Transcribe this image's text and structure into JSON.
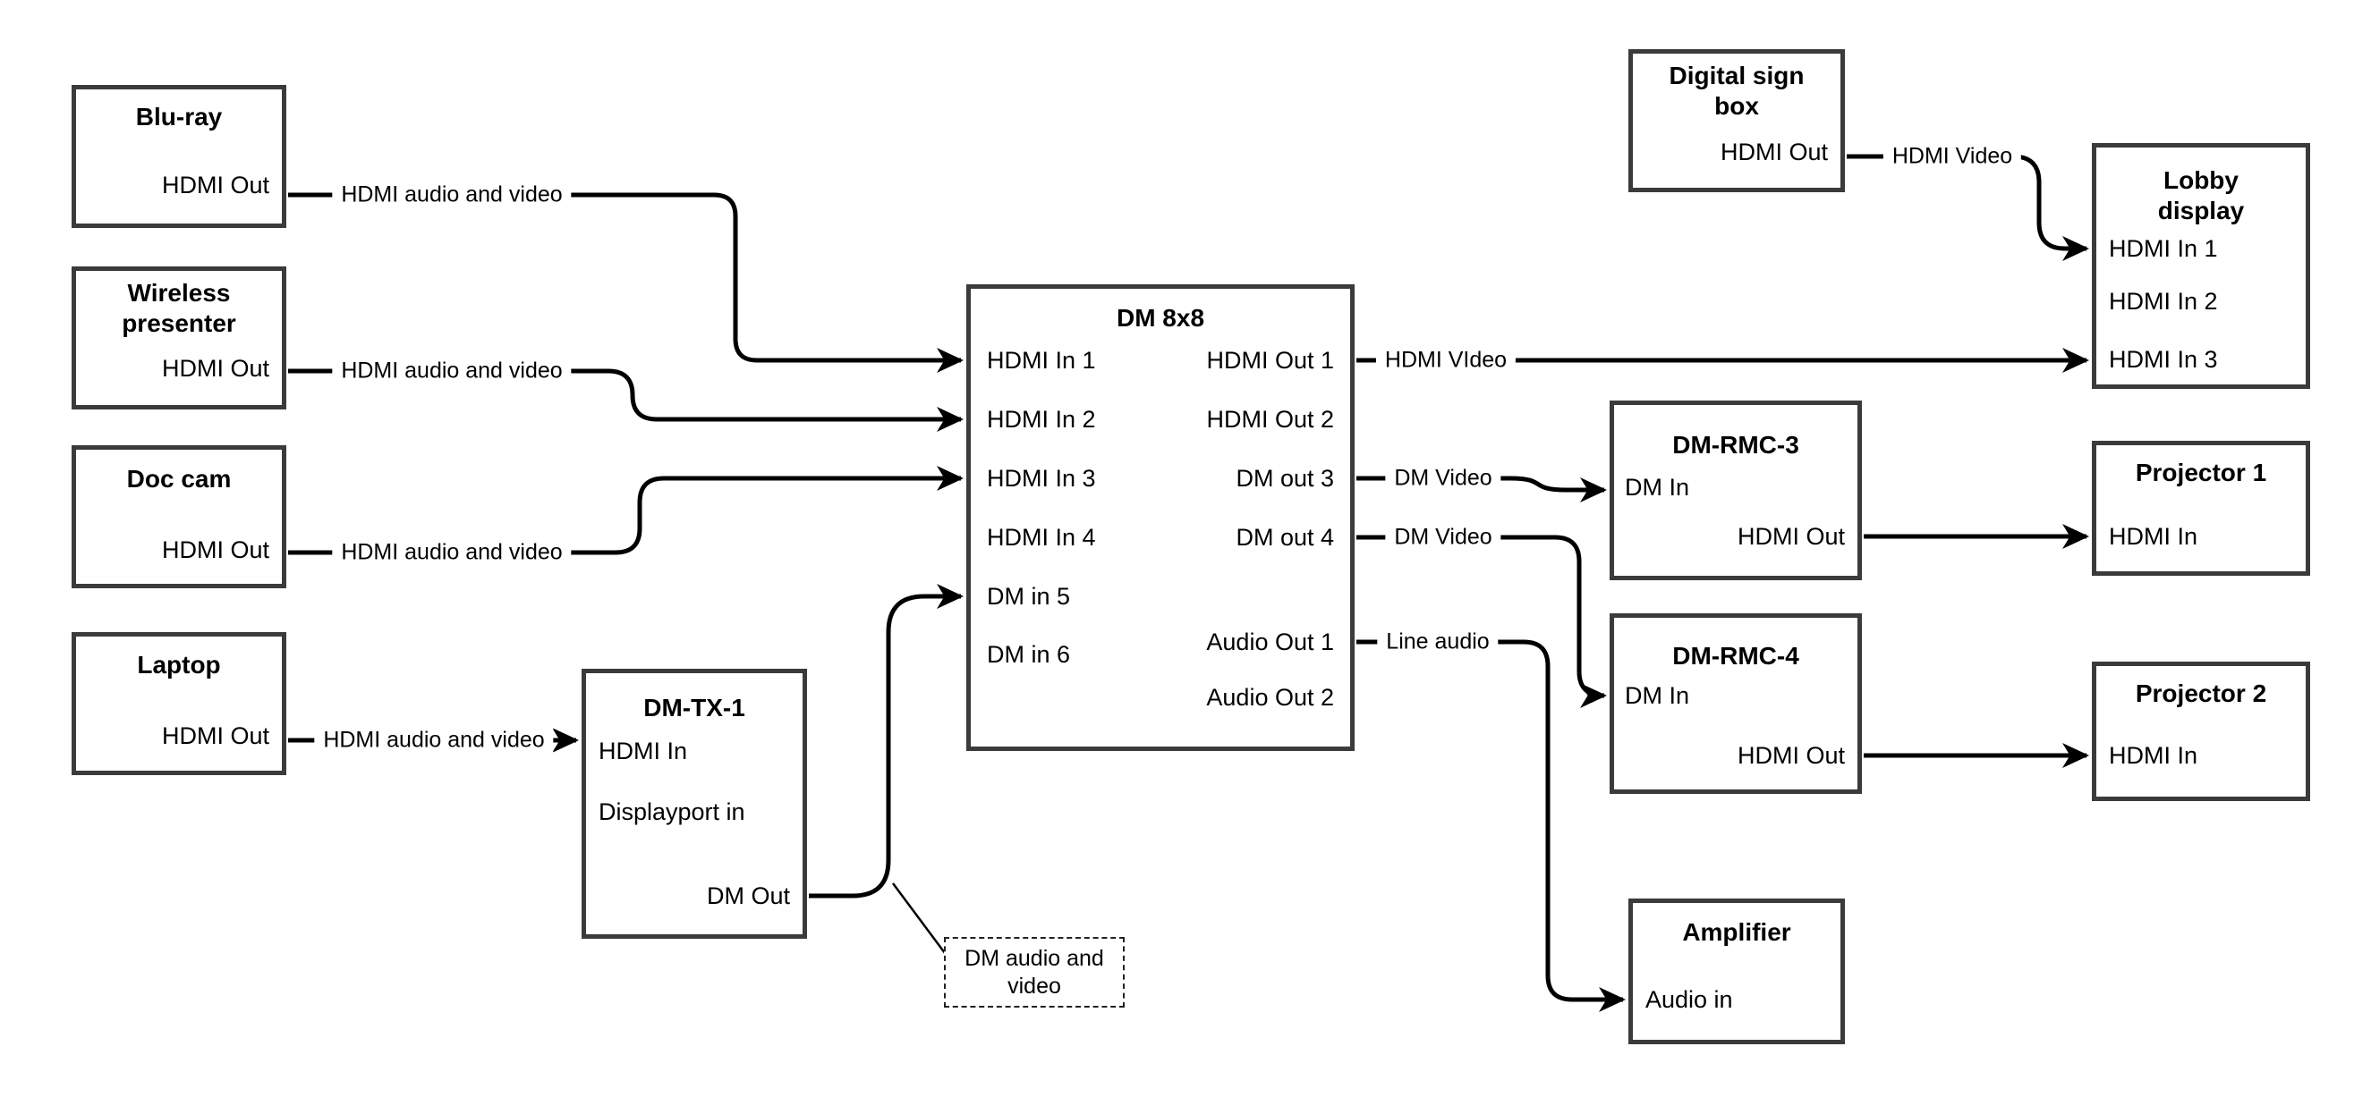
{
  "diagram": {
    "nodes": {
      "bluray": {
        "title": "Blu-ray",
        "ports": {
          "hdmi_out": "HDMI Out"
        }
      },
      "wireless": {
        "title": "Wireless presenter",
        "ports": {
          "hdmi_out": "HDMI Out"
        }
      },
      "doccam": {
        "title": "Doc cam",
        "ports": {
          "hdmi_out": "HDMI Out"
        }
      },
      "laptop": {
        "title": "Laptop",
        "ports": {
          "hdmi_out": "HDMI Out"
        }
      },
      "dmtx1": {
        "title": "DM-TX-1",
        "ports": {
          "hdmi_in": "HDMI In",
          "displayport_in": "Displayport in",
          "dm_out": "DM Out"
        }
      },
      "dm8x8": {
        "title": "DM 8x8",
        "ports": {
          "hdmi_in_1": "HDMI In 1",
          "hdmi_in_2": "HDMI In 2",
          "hdmi_in_3": "HDMI In 3",
          "hdmi_in_4": "HDMI In 4",
          "dm_in_5": "DM in 5",
          "dm_in_6": "DM in 6",
          "hdmi_out_1": "HDMI Out 1",
          "hdmi_out_2": "HDMI Out 2",
          "dm_out_3": "DM out 3",
          "dm_out_4": "DM out 4",
          "audio_out_1": "Audio Out 1",
          "audio_out_2": "Audio Out 2"
        }
      },
      "digitalsign": {
        "title": "Digital sign box",
        "ports": {
          "hdmi_out": "HDMI Out"
        }
      },
      "lobby": {
        "title": "Lobby display",
        "ports": {
          "hdmi_in_1": "HDMI In 1",
          "hdmi_in_2": "HDMI In 2",
          "hdmi_in_3": "HDMI In 3"
        }
      },
      "dmrmc3": {
        "title": "DM-RMC-3",
        "ports": {
          "dm_in": "DM In",
          "hdmi_out": "HDMI Out"
        }
      },
      "proj1": {
        "title": "Projector 1",
        "ports": {
          "hdmi_in": "HDMI In"
        }
      },
      "dmrmc4": {
        "title": "DM-RMC-4",
        "ports": {
          "dm_in": "DM In",
          "hdmi_out": "HDMI Out"
        }
      },
      "proj2": {
        "title": "Projector 2",
        "ports": {
          "hdmi_in": "HDMI In"
        }
      },
      "amplifier": {
        "title": "Amplifier",
        "ports": {
          "audio_in": "Audio in"
        }
      }
    },
    "edge_labels": {
      "bluray_line": "HDMI audio and video",
      "wireless_line": "HDMI audio and video",
      "doccam_line": "HDMI audio and video",
      "laptop_line": "HDMI audio and video",
      "hdmi_out1_line": "HDMI VIdeo",
      "digitalsign_line": "HDMI Video",
      "dm_out3_line": "DM Video",
      "dm_out4_line": "DM Video",
      "audio_out1_line": "Line audio"
    },
    "note": "DM audio and video"
  },
  "colors": {
    "background": "#ffffff",
    "box_border": "#3b3b3b",
    "line": "#000000",
    "text": "#000000"
  }
}
